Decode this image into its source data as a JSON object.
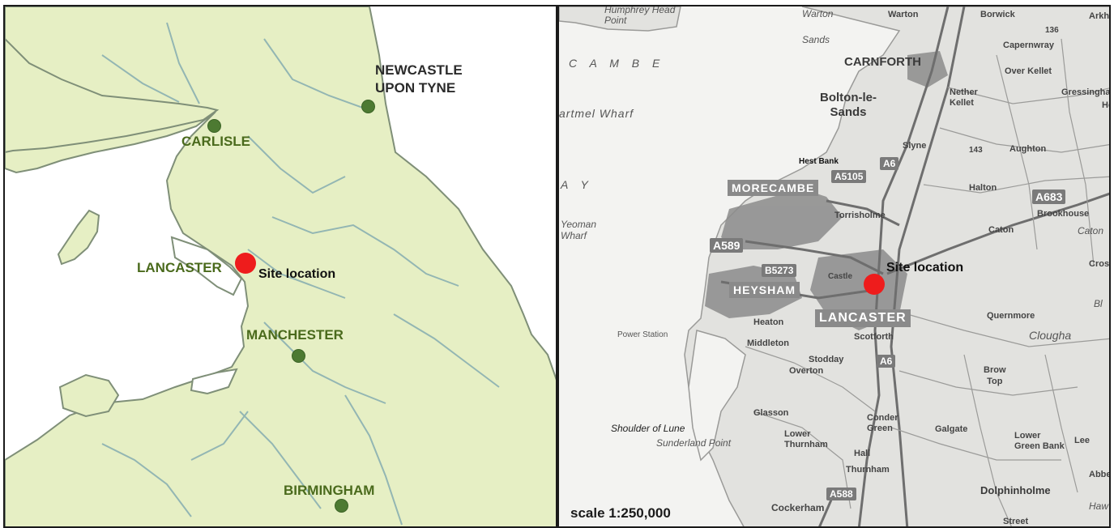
{
  "overview_map": {
    "cities": {
      "newcastle": "NEWCASTLE\nUPON TYNE",
      "carlisle": "CARLISLE",
      "lancaster": "LANCASTER",
      "manchester": "MANCHESTER",
      "birmingham": "BIRMINGHAM"
    },
    "site_label": "Site location",
    "colors": {
      "land": "#e6efc4",
      "coast": "#7f8f78",
      "river": "#93b6b3",
      "sea": "#ffffff",
      "city_dot": "#4d7a32",
      "site_dot": "#ee1c1c"
    }
  },
  "detail_map": {
    "scale_label": "scale 1:250,000",
    "site_label": "Site location",
    "places": {
      "carnforth": "CARNFORTH",
      "bolton_le_sands": "Bolton-le-\nSands",
      "morecambe": "MORECAMBE",
      "heysham": "HEYSHAM",
      "lancaster": "LANCASTER",
      "hest_bank": "Hest Bank",
      "torrisholme": "Torrisholme",
      "halton": "Halton",
      "caton": "Caton",
      "brookhouse": "Brookhouse",
      "aughton": "Aughton",
      "slyne": "Slyne",
      "nether_kellet": "Nether\nKellet",
      "over_kellet": "Over Kellet",
      "capernwray": "Capernwray",
      "borwick": "Borwick",
      "warton": "Warton",
      "gressingham": "Gressingham",
      "heaton": "Heaton",
      "middleton": "Middleton",
      "overton": "Overton",
      "stodday": "Stodday",
      "scotforth": "Scotforth",
      "quernmore": "Quernmore",
      "brow_top": "Brow\nTop",
      "glasson": "Glasson",
      "conder_green": "Conder\nGreen",
      "lower_thurnham": "Lower\nThurnham",
      "thurnham": "Thurnham",
      "galgate": "Galgate",
      "lower_green_bank": "Lower\nGreen Bank",
      "dolphinholme": "Dolphinholme",
      "cockerham": "Cockerham",
      "hall": "Hall",
      "castle": "Castle",
      "power_station": "Power Station",
      "crook": "Cross",
      "sunderland_point": "Sunderland Point",
      "shoulder_of_lune": "Shoulder of Lune",
      "yeoman_wharf": "Yeoman\nWharf",
      "cartmel_wharf": "artmel Wharf",
      "warton_sands": "Warton",
      "sands": "Sands",
      "humphrey_head": "Humphrey Head\nPoint",
      "morecambe_bay_a": "C A M B E",
      "morecambe_bay_b": "A Y",
      "lee": "Lee",
      "abbey": "Abbe",
      "haw": "Haw",
      "arkh": "Arkh",
      "clougha": "Clougha",
      "bl": "Bl",
      "caton_it": "Caton",
      "street": "Street",
      "ho": "Ho",
      "num_143": "143",
      "num_136": "136"
    },
    "roads": {
      "a6_top": "A6",
      "a6_bottom": "A6",
      "a5105": "A5105",
      "a589": "A589",
      "b5273": "B5273",
      "a683": "A683",
      "a588": "A588"
    },
    "colors": {
      "sea": "#f3f3f1",
      "land": "#e2e2df",
      "urban": "#8c8c8c",
      "road": "#6e6e6e",
      "site_dot": "#ee1c1c"
    }
  }
}
